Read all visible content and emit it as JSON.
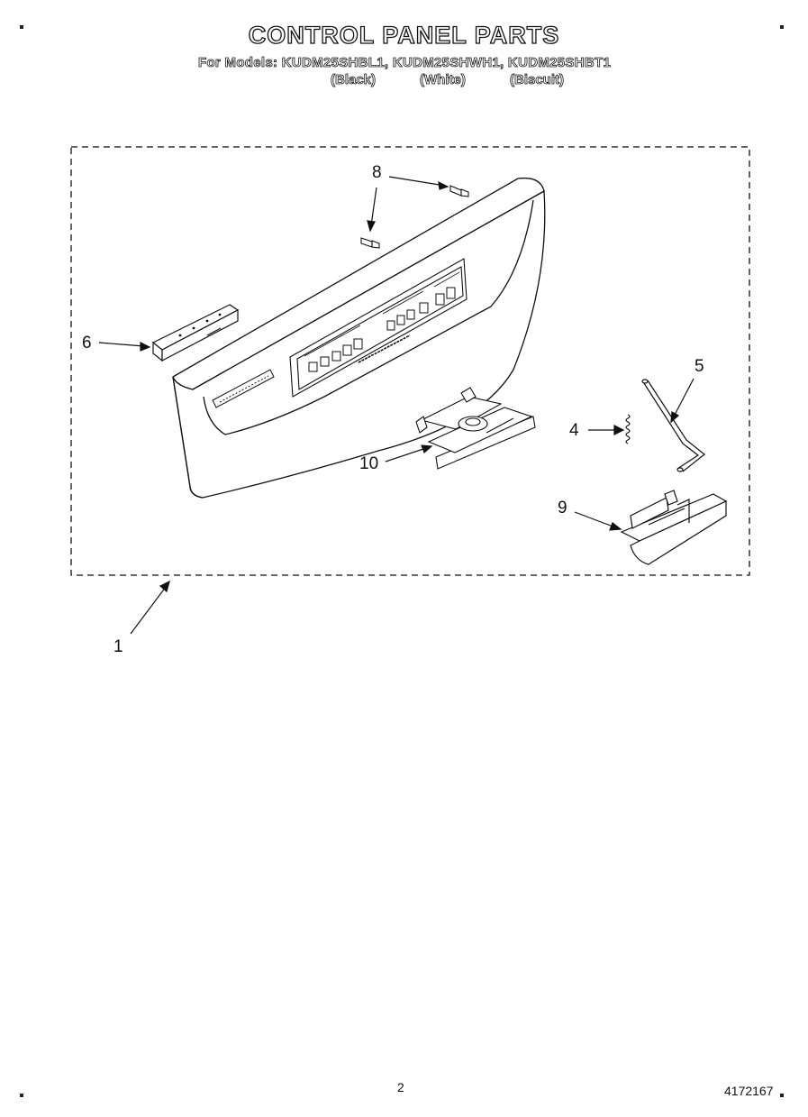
{
  "header": {
    "title": "CONTROL PANEL PARTS",
    "models_line": "For Models: KUDM25SHBL1, KUDM25SHWH1, KUDM25SHBT1",
    "color_black": "(Black)",
    "color_white": "(White)",
    "color_biscuit": "(Biscuit)"
  },
  "callouts": {
    "c1": "1",
    "c4": "4",
    "c5": "5",
    "c6": "6",
    "c8": "8",
    "c9": "9",
    "c10": "10"
  },
  "footer": {
    "page_number": "2",
    "doc_number": "4172167"
  }
}
